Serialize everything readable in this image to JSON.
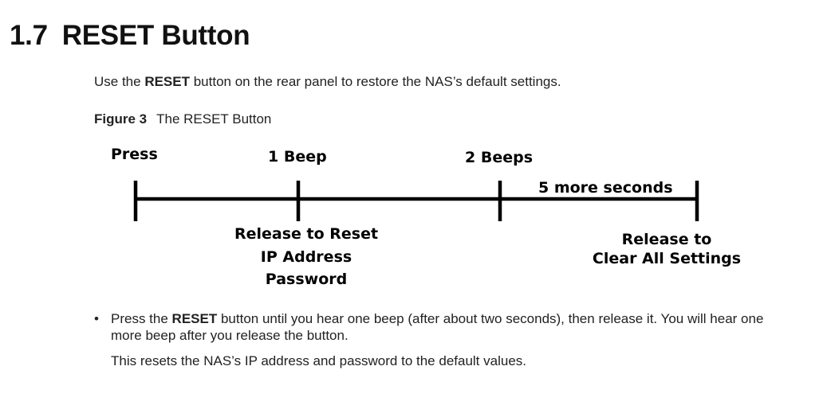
{
  "section": {
    "number": "1.7",
    "title": "RESET Button"
  },
  "intro": {
    "before": "Use the ",
    "bold": "RESET",
    "after": " button on the rear panel to restore the NAS’s default settings."
  },
  "figure": {
    "label": "Figure 3",
    "caption": "The RESET Button",
    "press": "Press",
    "one_beep": "1 Beep",
    "two_beeps": "2 Beeps",
    "more_seconds": "5 more seconds",
    "reset_ip": [
      "Release to Reset",
      "IP Address",
      "Password"
    ],
    "clear_all": [
      "Release to",
      "Clear All Settings"
    ]
  },
  "bullet": {
    "symbol": "•",
    "before": "Press the ",
    "bold": "RESET",
    "after": " button until you hear one beep (after about two seconds), then release it. You will hear one more beep after you release the button."
  },
  "note": "This resets the NAS’s IP address and password to the default values."
}
